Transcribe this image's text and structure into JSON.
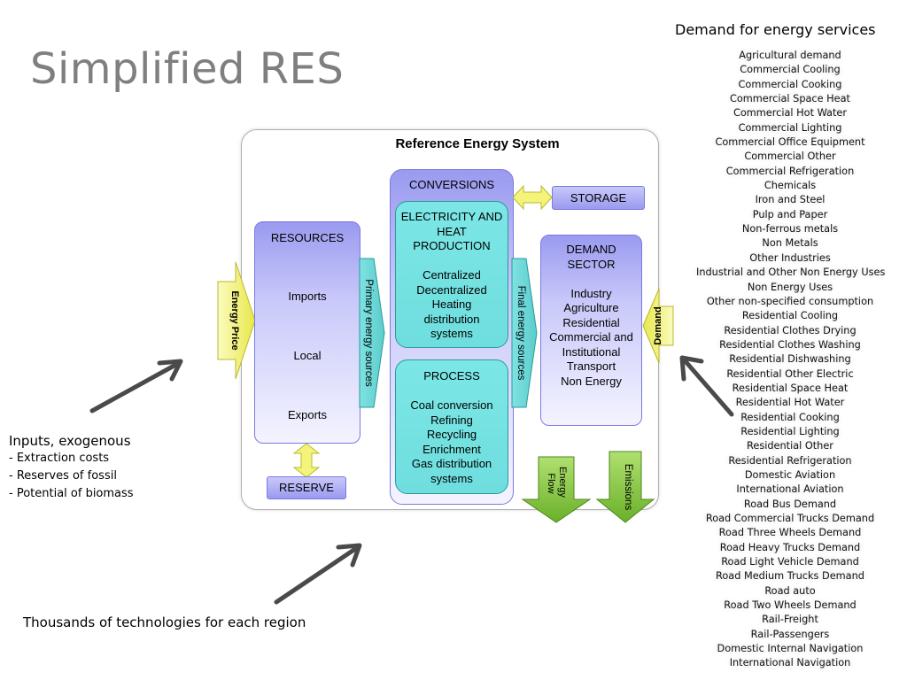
{
  "title": "Simplified RES",
  "demand_services": {
    "heading": "Demand for energy services",
    "items": [
      "Agricultural demand",
      "Commercial Cooling",
      "Commercial Cooking",
      "Commercial Space Heat",
      "Commercial Hot Water",
      "Commercial Lighting",
      "Commercial Office Equipment",
      "Commercial Other",
      "Commercial Refrigeration",
      "Chemicals",
      "Iron and Steel",
      "Pulp and Paper",
      "Non-ferrous metals",
      "Non Metals",
      "Other Industries",
      "Industrial and Other Non Energy Uses",
      "Non Energy Uses",
      "Other non-specified consumption",
      "Residential Cooling",
      "Residential Clothes Drying",
      "Residential Clothes Washing",
      "Residential Dishwashing",
      "Residential Other  Electric",
      "Residential Space Heat",
      "Residential Hot Water",
      "Residential Cooking",
      "Residential Lighting",
      "Residential Other",
      "Residential Refrigeration",
      "Domestic Aviation",
      "International Aviation",
      "Road Bus Demand",
      "Road Commercial Trucks Demand",
      "Road Three Wheels Demand",
      "Road Heavy Trucks Demand",
      "Road Light Vehicle Demand",
      "Road Medium Trucks Demand",
      "Road auto",
      "Road Two Wheels Demand",
      "Rail-Freight",
      "Rail-Passengers",
      "Domestic Internal Navigation",
      "International Navigation"
    ]
  },
  "res": {
    "title": "Reference Energy System",
    "resources": {
      "label": "RESOURCES",
      "items": [
        "Imports",
        "Local",
        "Exports"
      ]
    },
    "primary_arrow": "Primary energy sources",
    "conversions": {
      "label": "CONVERSIONS"
    },
    "electricity": {
      "lines": [
        "ELECTRICITY AND",
        "HEAT",
        "PRODUCTION",
        "",
        "Centralized",
        "Decentralized",
        "Heating",
        "distribution",
        "systems"
      ]
    },
    "process": {
      "lines": [
        "PROCESS",
        "",
        "Coal conversion",
        "Refining",
        "Recycling",
        "Enrichment",
        "Gas distribution",
        "systems"
      ]
    },
    "final_arrow": "Final energy sources",
    "storage": "STORAGE",
    "demand_sector": {
      "lines": [
        "DEMAND",
        "SECTOR",
        "",
        "Industry",
        "Agriculture",
        "Residential",
        "Commercial and",
        "Institutional",
        "Transport",
        "Non Energy"
      ]
    },
    "reserve": "RESERVE",
    "energy_price": "Energy Price",
    "demand_arrow": "Demand",
    "energy_flow": "Energy Flow",
    "emissions": "Emissions"
  },
  "inputs": {
    "heading": "Inputs, exogenous",
    "items": [
      "- Extraction costs",
      "- Reserves of fossil",
      "- Potential of biomass"
    ]
  },
  "thousands": "Thousands of technologies for each region",
  "colors": {
    "title_gray": "#7f7f7f",
    "purple_box": "#9a9af0",
    "teal_box": "#6fdede",
    "yellow_arrow": "#f4f47a",
    "green_arrow": "#8ac83c",
    "pointer_arrow": "#4a4a4a"
  }
}
